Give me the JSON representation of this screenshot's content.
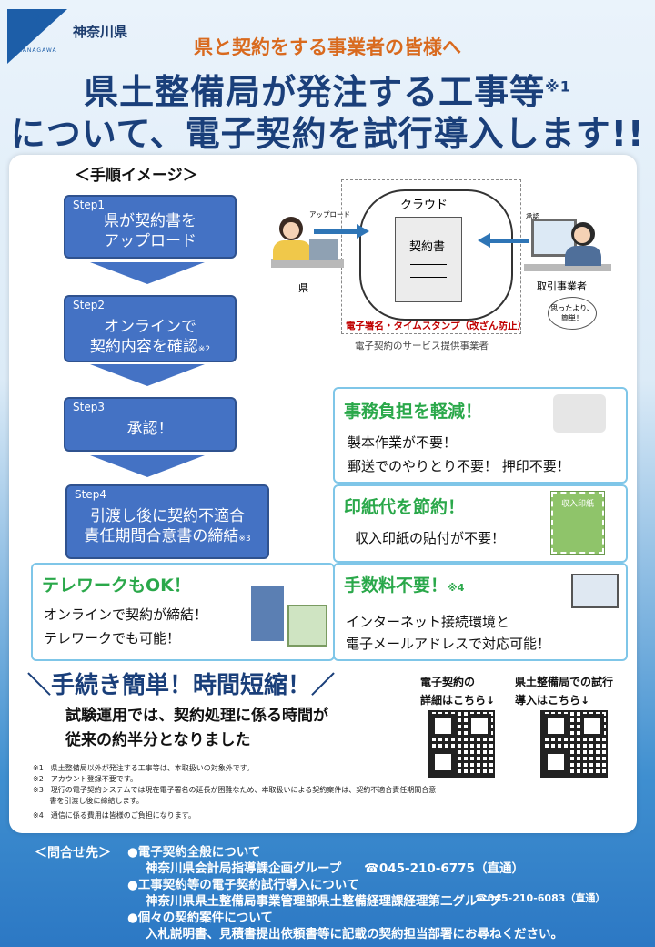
{
  "header": {
    "org_name": "神奈川県",
    "logo_sub": "KANAGAWA",
    "subtitle": "県と契約をする事業者の皆様へ",
    "title_line1": "県土整備局が発注する工事等",
    "title_line1_note": "※1",
    "title_line2": "について、電子契約を試行導入します!!"
  },
  "procedure": {
    "heading": "＜手順イメージ＞",
    "steps": [
      {
        "label": "Step1",
        "text1": "県が契約書を",
        "text2": "アップロード",
        "note": ""
      },
      {
        "label": "Step2",
        "text1": "オンラインで",
        "text2": "契約内容を確認",
        "note": "※2"
      },
      {
        "label": "Step3",
        "text1": "承認！",
        "text2": "",
        "note": ""
      },
      {
        "label": "Step4",
        "text1": "引渡し後に契約不適合",
        "text2": "責任期間合意書の締結",
        "note": "※3"
      }
    ]
  },
  "diagram": {
    "cloud": "クラウド",
    "upload": "アップロード",
    "approve": "承認",
    "contract": "契約書",
    "prefecture": "県",
    "business": "取引事業者",
    "bubble": "思ったより、簡単！",
    "stamp": "電子署名・タイムスタンプ（改ざん防止）",
    "provider": "電子契約のサービス提供事業者"
  },
  "benefits": {
    "b1": {
      "head": "事務負担を軽減！",
      "line1": "製本作業が不要！",
      "line2": "郵送でのやりとり不要！ 押印不要！"
    },
    "b2": {
      "head": "印紙代を節約！",
      "line1": "収入印紙の貼付が不要！",
      "stamp_label": "収入印紙"
    },
    "b3": {
      "head": "テレワークもOK！",
      "line1": "オンラインで契約が締結！",
      "line2": "テレワークでも可能！"
    },
    "b4": {
      "head": "手数料不要！",
      "note": "※4",
      "line1": "インターネット接続環境と",
      "line2": "電子メールアドレスで対応可能！"
    }
  },
  "slogan": "＼手続き簡単！時間短縮！／",
  "result": {
    "line1": "試験運用では、契約処理に係る時間が",
    "line2": "従来の約半分となりました"
  },
  "qr": {
    "left_line1": "電子契約の",
    "left_line2": "詳細はこちら↓",
    "right_line1": "県土整備局での試行",
    "right_line2": "導入はこちら↓"
  },
  "notes": [
    "※1　県土整備局以外が発注する工事等は、本取扱いの対象外です。",
    "※2　アカウント登録不要です。",
    "※3　現行の電子契約システムでは現在電子署名の延長が困難なため、本取扱いによる契約案件は、契約不適合責任期間合意",
    "　　 書を引渡し後に締結します。",
    "※4　通信に係る費用は皆様のご負担になります。"
  ],
  "contact": {
    "label": "＜問合せ先＞",
    "item1": "●電子契約全般について",
    "item1_dept": "神奈川県会計局指導課企画グループ",
    "item1_tel": "☎045-210-6775（直通）",
    "item2": "●工事契約等の電子契約試行導入について",
    "item2_dept": "神奈川県県土整備局事業管理部県土整備経理課経理第二グループ",
    "item2_tel": "☎045-210-6083（直通）",
    "item3": "●個々の契約案件について",
    "item3_text": "入札説明書、見積書提出依頼書等に記載の契約担当部署にお尋ねください。"
  },
  "colors": {
    "accent_blue": "#4472c4",
    "title_navy": "#1a3f7a",
    "subtitle_orange": "#d96a1e",
    "benefit_green": "#2aa84a",
    "stamp_red": "#c00000"
  },
  "icons": [
    "prefecture-logo-icon",
    "cloud-icon",
    "document-icon",
    "person-icon",
    "stamp-icon",
    "qr-code-icon"
  ]
}
